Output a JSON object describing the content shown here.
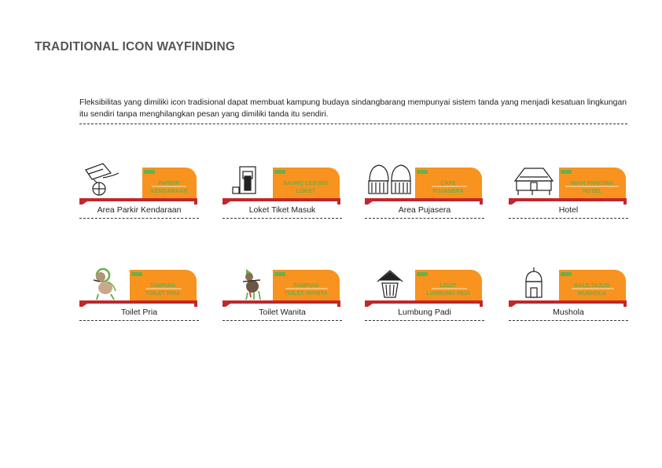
{
  "page": {
    "title": "TRADITIONAL ICON WAYFINDING",
    "intro": "Fleksibilitas yang dimiliki icon tradisional dapat membuat kampung budaya sindangbarang mempunyai sistem tanda yang menjadi kesatuan lingkungan itu sendiri tanpa menghilangkan pesan yang dimiliki tanda itu sendiri."
  },
  "colors": {
    "sign_orange": "#f7931e",
    "base_red": "#c1272d",
    "sign_text_green": "#6ab04c",
    "title_gray": "#555555"
  },
  "signs": [
    {
      "icon": "cart-icon",
      "line1": "PARKIR",
      "line2": "KENDARAAN",
      "caption": "Area Parkir Kendaraan"
    },
    {
      "icon": "ticket-booth-icon",
      "line1": "SAUNG LESUNG",
      "line2": "LOKET",
      "caption": "Loket Tiket Masuk"
    },
    {
      "icon": "basket-icon",
      "line1": "CAFE",
      "line2": "PUJASERA",
      "caption": "Area Pujasera"
    },
    {
      "icon": "house-icon",
      "line1": "IMAH PANGIWA",
      "line2": "HOTEL",
      "caption": "Hotel"
    },
    {
      "icon": "wayang-male-icon",
      "line1": "TAMPIAN",
      "line2": "TOILET PRIA",
      "caption": "Toilet Pria"
    },
    {
      "icon": "wayang-female-icon",
      "line1": "TAMPIAN",
      "line2": "TOILET WANITA",
      "caption": "Toilet Wanita"
    },
    {
      "icon": "rice-barn-icon",
      "line1": "LEUIT",
      "line2": "LUMBUNG PADI",
      "caption": "Lumbung Padi"
    },
    {
      "icon": "mosque-icon",
      "line1": "BALE TAJUG",
      "line2": "MUSHOLA",
      "caption": "Mushola"
    }
  ]
}
